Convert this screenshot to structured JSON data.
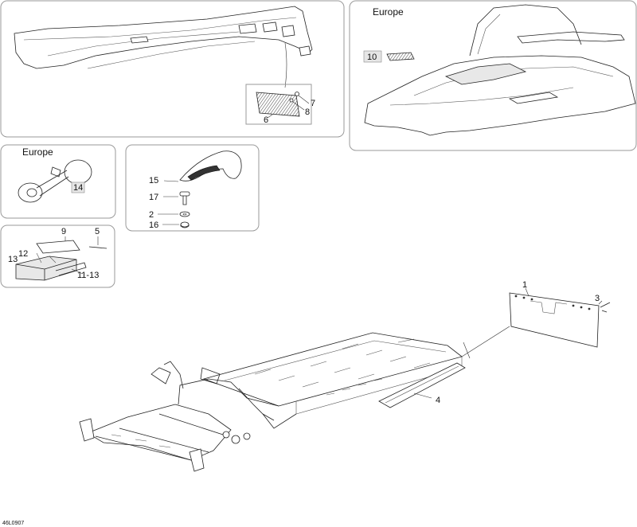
{
  "diagram": {
    "drawing_code": "46L0907",
    "inset_labels": {
      "europe_top": "Europe",
      "europe_horn": "Europe"
    },
    "callouts": {
      "c1": "1",
      "c2": "2",
      "c3": "3",
      "c4": "4",
      "c5": "5",
      "c6": "6",
      "c7": "7",
      "c8": "8",
      "c9": "9",
      "c10": "10",
      "c11_13": "11-13",
      "c12": "12",
      "c13": "13",
      "c14": "14",
      "c15": "15",
      "c16": "16",
      "c17": "17"
    }
  }
}
